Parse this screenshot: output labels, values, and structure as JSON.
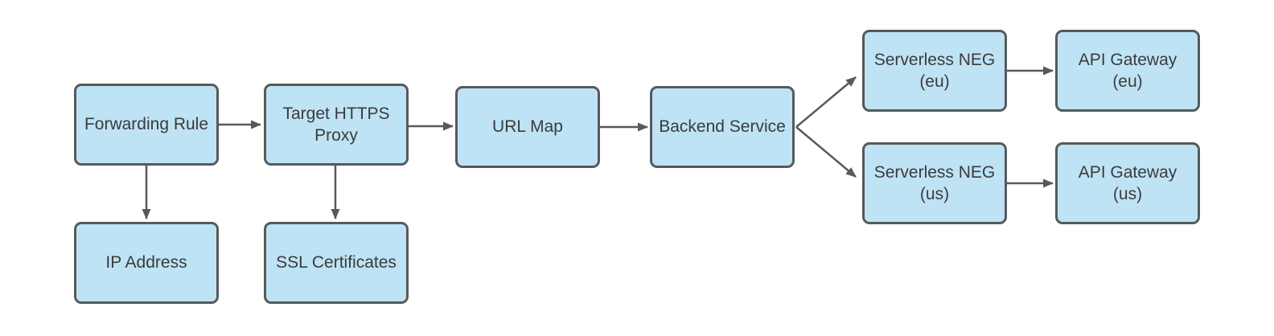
{
  "diagram": {
    "nodes": [
      {
        "id": "forwarding-rule",
        "label": "Forwarding Rule"
      },
      {
        "id": "target-https-proxy",
        "label": "Target HTTPS\nProxy"
      },
      {
        "id": "url-map",
        "label": "URL Map"
      },
      {
        "id": "backend-service",
        "label": "Backend Service"
      },
      {
        "id": "serverless-neg-eu",
        "label": "Serverless NEG\n(eu)"
      },
      {
        "id": "api-gateway-eu",
        "label": "API Gateway\n(eu)"
      },
      {
        "id": "serverless-neg-us",
        "label": "Serverless NEG\n(us)"
      },
      {
        "id": "api-gateway-us",
        "label": "API Gateway\n(us)"
      },
      {
        "id": "ip-address",
        "label": "IP Address"
      },
      {
        "id": "ssl-certificates",
        "label": "SSL Certificates"
      }
    ],
    "edges": [
      {
        "from": "Forwarding Rule",
        "to": "Target HTTPS Proxy"
      },
      {
        "from": "Target HTTPS Proxy",
        "to": "URL Map"
      },
      {
        "from": "URL Map",
        "to": "Backend Service"
      },
      {
        "from": "Backend Service",
        "to": "Serverless NEG (eu)"
      },
      {
        "from": "Backend Service",
        "to": "Serverless NEG (us)"
      },
      {
        "from": "Serverless NEG (eu)",
        "to": "API Gateway (eu)"
      },
      {
        "from": "Serverless NEG (us)",
        "to": "API Gateway (us)"
      },
      {
        "from": "Forwarding Rule",
        "to": "IP Address"
      },
      {
        "from": "Target HTTPS Proxy",
        "to": "SSL Certificates"
      }
    ],
    "colors": {
      "node_fill": "#BEE3F5",
      "node_border": "#58595B",
      "arrow": "#58595B",
      "text": "#3B3B3B",
      "background": "#FFFFFF"
    }
  }
}
